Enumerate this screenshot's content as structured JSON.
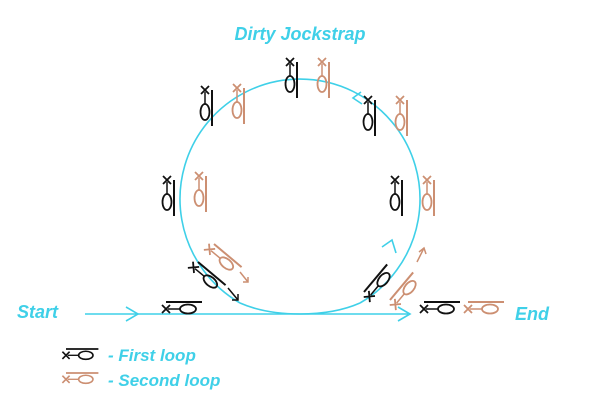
{
  "title": "Dirty Jockstrap",
  "labels": {
    "start": "Start",
    "end": "End"
  },
  "legend": [
    {
      "text": "- First loop",
      "color": "#111111"
    },
    {
      "text": "- Second loop",
      "color": "#cc8f72"
    }
  ],
  "colors": {
    "path": "#3fd0e8",
    "text": "#3fd0e8",
    "first_loop": "#111111",
    "second_loop": "#cc8f72"
  }
}
